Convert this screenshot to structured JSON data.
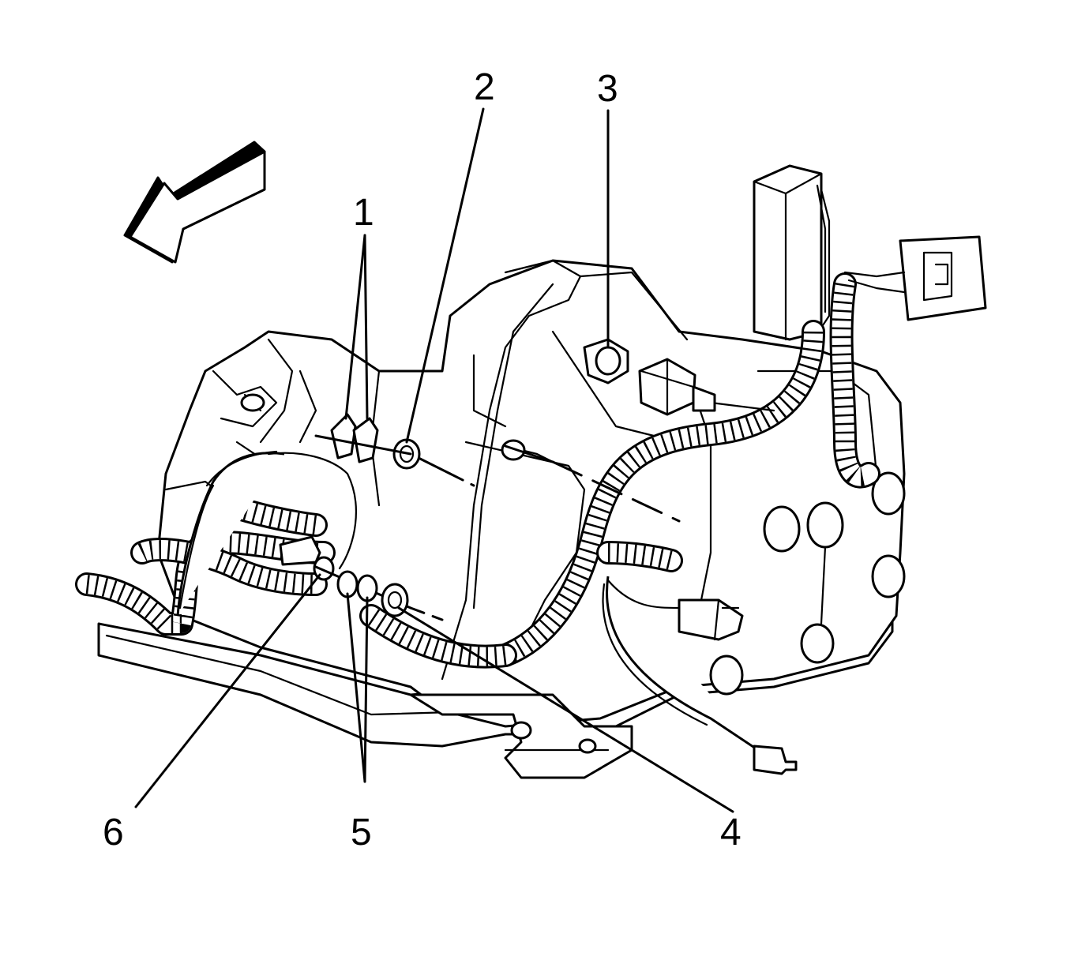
{
  "callouts": [
    {
      "id": "1",
      "label": "1"
    },
    {
      "id": "2",
      "label": "2"
    },
    {
      "id": "3",
      "label": "3"
    },
    {
      "id": "4",
      "label": "4"
    },
    {
      "id": "5",
      "label": "5"
    },
    {
      "id": "6",
      "label": "6"
    }
  ],
  "icons": {
    "direction_arrow": "front-direction-arrow-icon"
  },
  "colors": {
    "ink": "#000000",
    "paper": "#ffffff"
  }
}
